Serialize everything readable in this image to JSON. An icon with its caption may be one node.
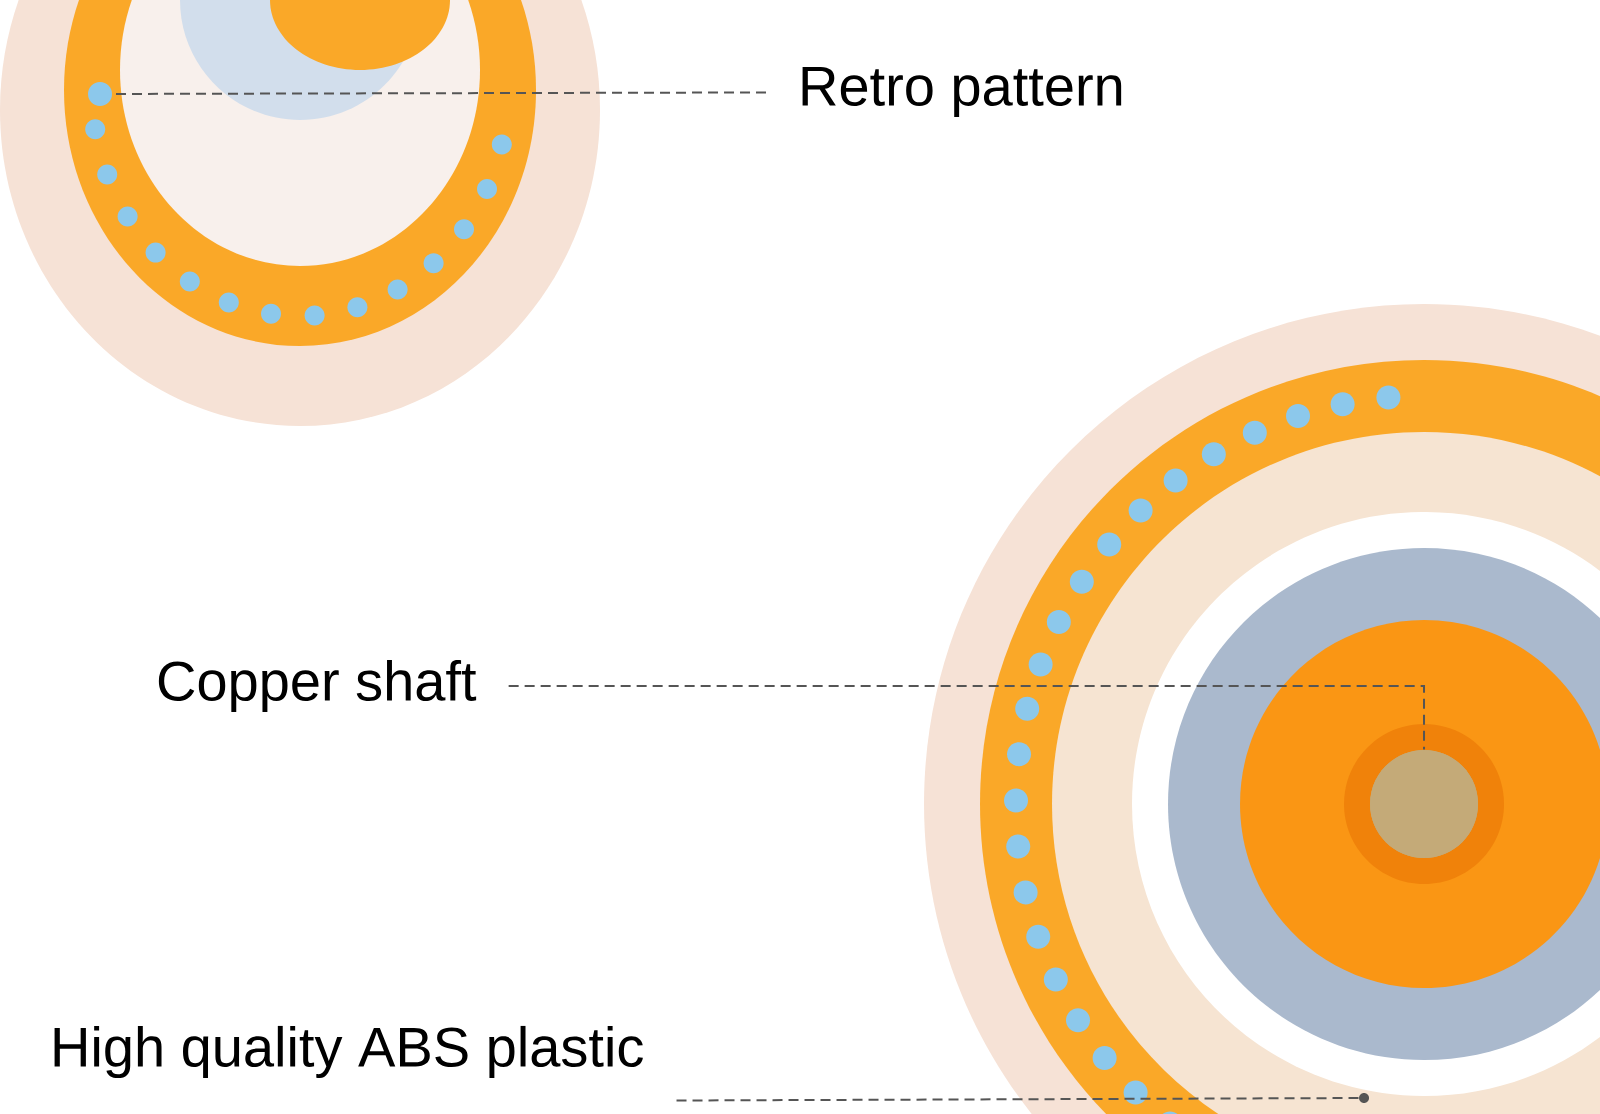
{
  "diagram": {
    "nodes": [
      {
        "text": [
          "Retro pattern"
        ]
      },
      {
        "text": [],
        "shape": "circle"
      },
      {
        "text": [
          "Copper shaft"
        ]
      },
      {
        "text": [],
        "shape": "circle"
      },
      {
        "text": [
          "High quality ABS plastic"
        ]
      },
      {
        "text": [],
        "shape": "circle"
      }
    ],
    "edges": [
      {
        "from": 0,
        "to": 1,
        "arrow": "none",
        "style": "dashed"
      },
      {
        "from": 2,
        "to": 3,
        "arrow": "none",
        "style": "dashed"
      },
      {
        "from": 4,
        "to": 5,
        "arrow": "none",
        "style": "dashed"
      }
    ]
  }
}
